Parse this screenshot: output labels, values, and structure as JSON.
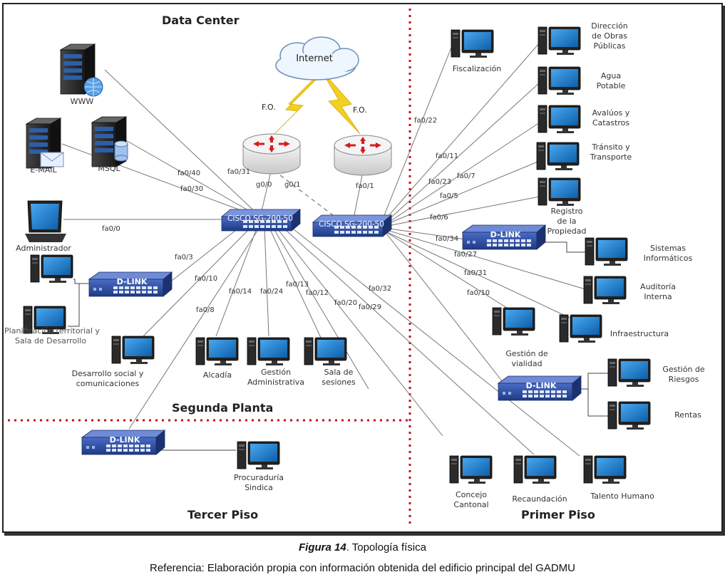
{
  "sections": {
    "data_center": "Data Center",
    "segunda_planta": "Segunda Planta",
    "tercer_piso": "Tercer Piso",
    "primer_piso": "Primer Piso"
  },
  "internet": "Internet",
  "fo_left": "F.O.",
  "fo_right": "F.O.",
  "core_switch_1": "CISCO SG-200-50",
  "core_switch_2": "CISCO SG-200-50",
  "dlink": "D-LINK",
  "servers": {
    "www": "WWW",
    "email": "E-MAIL",
    "msql": "MSQL"
  },
  "left_nodes": {
    "administrador": "Administrador",
    "planificacion": "Planificación territorial y",
    "desarrollo_overlap": "Sala de Desarrollo",
    "desarrollo_social_1": "Desarrollo social y",
    "desarrollo_social_2": "comunicaciones",
    "alcaldia": "Alcadía",
    "gestion_admin_1": "Gestión",
    "gestion_admin_2": "Administrativa",
    "sala_sesiones_1": "Sala de",
    "sala_sesiones_2": "sesiones",
    "procuraduria_1": "Procuraduría",
    "procuraduria_2": "Sindica"
  },
  "right_nodes": {
    "fiscalizacion": "Fiscalización",
    "direccion_1": "Dirección",
    "direccion_2": "de Obras",
    "direccion_3": "Públicas",
    "agua_1": "Agua",
    "agua_2": "Potable",
    "avaluos_1": "Avalúos y",
    "avaluos_2": "Catastros",
    "transito_1": "Tránsito y",
    "transito_2": "Transporte",
    "registro_1": "Registro",
    "registro_2": "de la",
    "registro_3": "Propiedad",
    "sistemas_1": "Sistemas",
    "sistemas_2": "Informáticos",
    "auditoria_1": "Auditoría",
    "auditoria_2": "Interna",
    "infraestructura": "Infraestructura",
    "vialidad_1": "Gestión de",
    "vialidad_2": "vialidad",
    "riesgos_1": "Gestión de",
    "riesgos_2": "Riesgos",
    "rentas": "Rentas",
    "concejo_1": "Concejo",
    "concejo_2": "Cantonal",
    "recaudacion": "Recaundación",
    "talento": "Talento Humano"
  },
  "ports": {
    "fa0_40": "fa0/40",
    "fa0_30": "fa0/30",
    "fa0_31_core": "fa0/31",
    "g0_0": "g0/0",
    "g0_1": "g0/1",
    "fa0_1": "fa0/1",
    "fa0_0": "fa0/0",
    "fa0_3": "fa0/3",
    "fa0_10_left": "fa0/10",
    "fa0_14": "fa0/14",
    "fa0_24": "fa0/24",
    "fa0_13": "fa0/13",
    "fa0_12": "fa0/12",
    "fa0_8": "fa0/8",
    "fa0_20": "fa0/20",
    "fa0_29": "fa0/29",
    "fa0_32": "fa0/32",
    "fa0_22": "fa0/22",
    "fa0_11": "fa0/11",
    "fa0_23": "fa0/23",
    "fa0_7": "fa0/7",
    "fa0_5": "fa0/5",
    "fa0_6": "fa0/6",
    "fa0_34": "fa0/34",
    "fa0_27": "fa0/27",
    "fa0_31_right": "fa0/31",
    "fa0_10_right": "fa0/10"
  },
  "caption": {
    "figure": "Figura 14",
    "title": ". Topología física",
    "reference": "Referencia: Elaboración propia con información obtenida del edificio principal del GADMU"
  },
  "colors": {
    "switch_blue": "#2c4a9a",
    "monitor_blue": "#1e7fd0",
    "divider_red": "#c0141c",
    "lightning": "#f2d020"
  }
}
